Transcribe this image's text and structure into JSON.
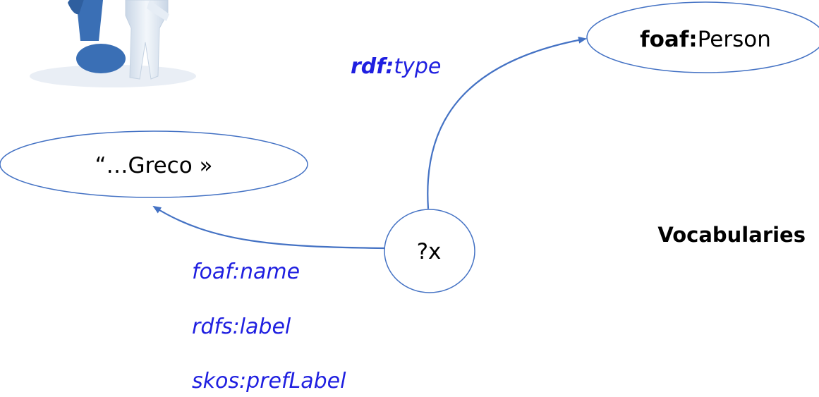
{
  "colors": {
    "edge": "#4472c4",
    "label": "#1f1fe0",
    "node_stroke": "#4472c4",
    "node_fill": "#ffffff",
    "question_mark": "#3a6fb5",
    "figure": "#dfe8f3"
  },
  "icon": "question-mark-figure-icon",
  "nodes": {
    "person": {
      "prefix": "foaf:",
      "local": "Person"
    },
    "greco": {
      "label": "“…Greco »"
    },
    "variable": {
      "label": "?x"
    }
  },
  "edges": {
    "type": {
      "prefix": "rdf:",
      "local": "type"
    },
    "name_labels": [
      "foaf:name",
      "rdfs:label",
      "skos:prefLabel"
    ]
  },
  "side_label": "Vocabularies"
}
